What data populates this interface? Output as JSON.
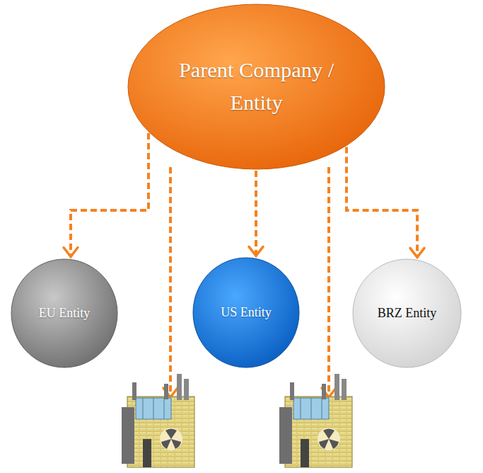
{
  "diagram": {
    "nodes": [
      {
        "text": [
          "Parent Company / Entity"
        ]
      },
      {
        "text": [
          "EU Entity"
        ]
      },
      {
        "text": [
          "US Entity"
        ]
      },
      {
        "text": [
          "BRZ Entity"
        ]
      }
    ],
    "edges": [
      {
        "from": 0,
        "to": 1,
        "arrow": "to"
      },
      {
        "from": 0,
        "to": 2,
        "arrow": "to"
      },
      {
        "from": 0,
        "to": 3,
        "arrow": "to"
      }
    ]
  }
}
